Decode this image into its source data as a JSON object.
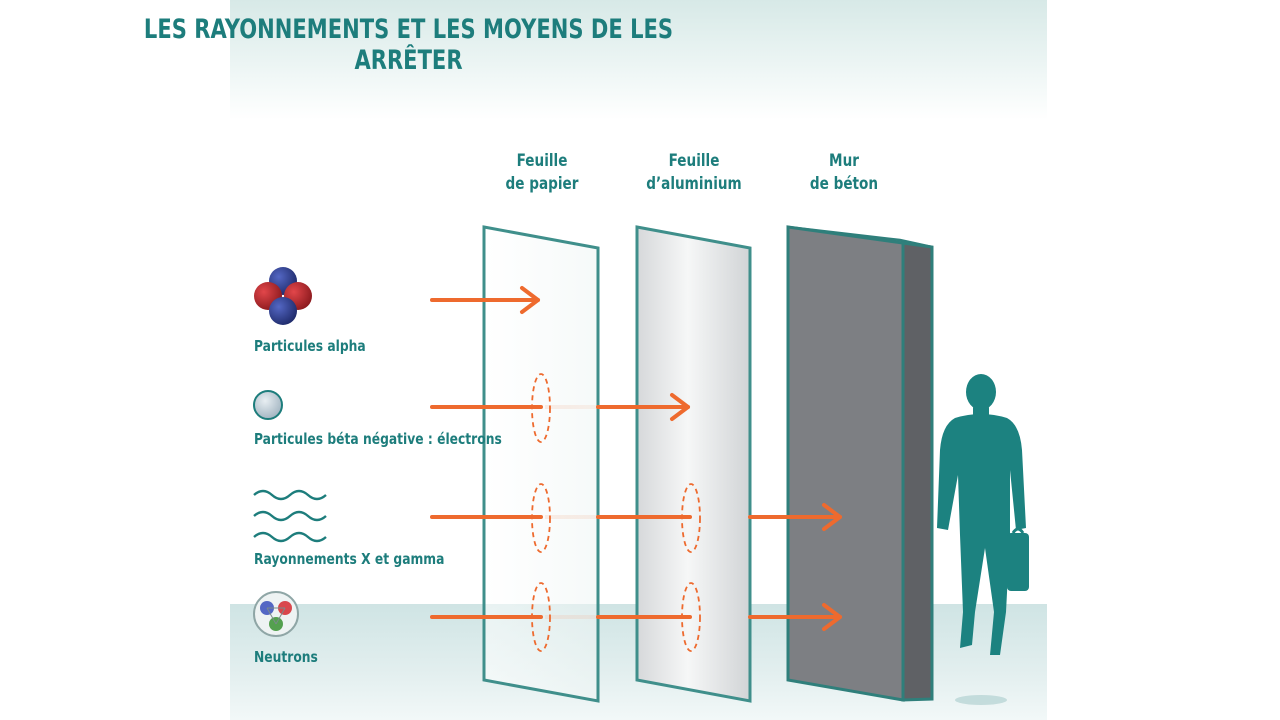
{
  "title": "LES RAYONNEMENTS ET LES MOYENS DE LES ARRÊTER",
  "barriers": [
    {
      "line1": "Feuille",
      "line2": "de papier"
    },
    {
      "line1": "Feuille",
      "line2": "d’aluminium"
    },
    {
      "line1": "Mur",
      "line2": "de béton"
    }
  ],
  "radiations": [
    {
      "label": "Particules alpha",
      "icon": "alpha-particle-icon"
    },
    {
      "label": "Particules béta négative : électrons",
      "icon": "electron-icon"
    },
    {
      "label": "Rayonnements X et gamma",
      "icon": "wave-icon"
    },
    {
      "label": "Neutrons",
      "icon": "neutron-icon"
    }
  ],
  "colors": {
    "accent": "#1d7d7c",
    "arrow": "#ee6a2e",
    "concrete": "#7d7f83",
    "proton": "#b3262b",
    "neutron": "#2e3f8f"
  }
}
